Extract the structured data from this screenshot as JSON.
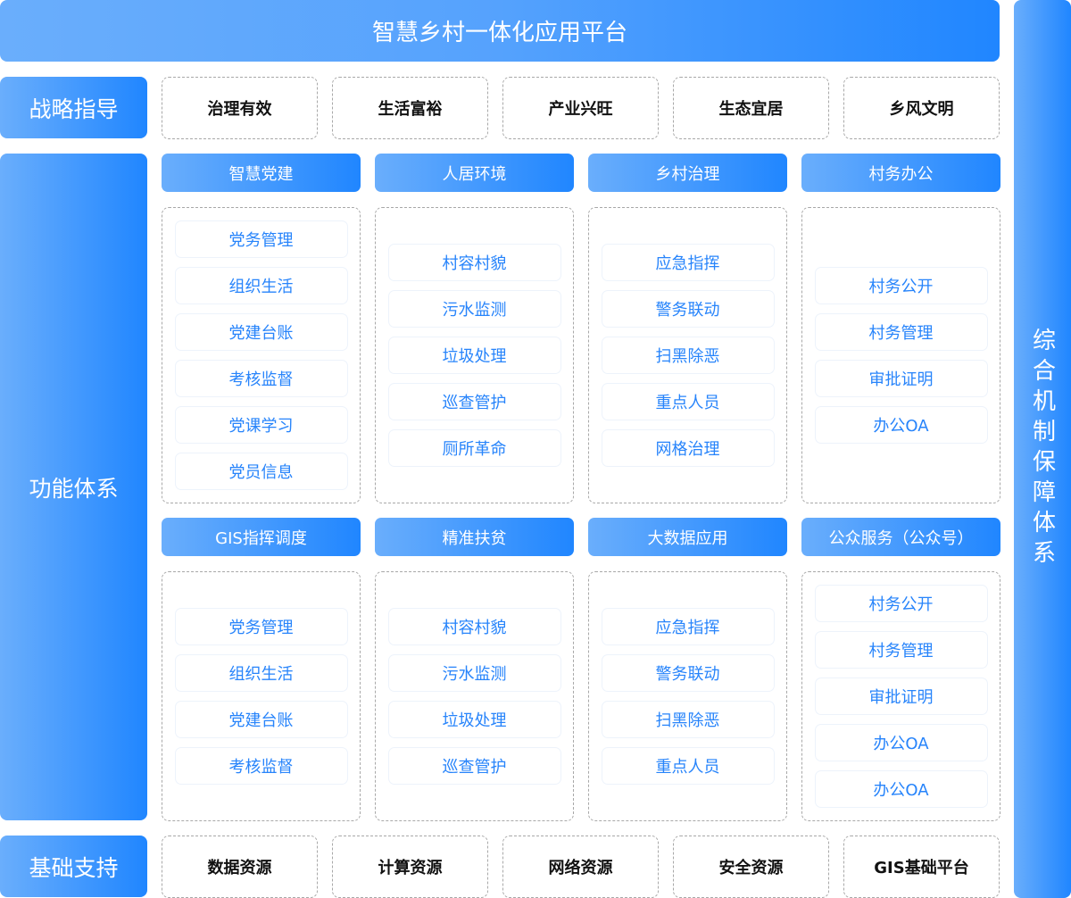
{
  "title": "智慧乡村一体化应用平台",
  "side_label": "综合机制保障体系",
  "strategy": {
    "label": "战略指导",
    "items": [
      "治理有效",
      "生活富裕",
      "产业兴旺",
      "生态宜居",
      "乡风文明"
    ]
  },
  "functions": {
    "label": "功能体系",
    "modules": [
      {
        "title": "智慧党建",
        "items": [
          "党务管理",
          "组织生活",
          "党建台账",
          "考核监督",
          "党课学习",
          "党员信息"
        ]
      },
      {
        "title": "人居环境",
        "items": [
          "村容村貌",
          "污水监测",
          "垃圾处理",
          "巡查管护",
          "厕所革命"
        ]
      },
      {
        "title": "乡村治理",
        "items": [
          "应急指挥",
          "警务联动",
          "扫黑除恶",
          "重点人员",
          "网格治理"
        ]
      },
      {
        "title": "村务办公",
        "items": [
          "村务公开",
          "村务管理",
          "审批证明",
          "办公OA"
        ]
      },
      {
        "title": "GIS指挥调度",
        "items": [
          "党务管理",
          "组织生活",
          "党建台账",
          "考核监督"
        ]
      },
      {
        "title": "精准扶贫",
        "items": [
          "村容村貌",
          "污水监测",
          "垃圾处理",
          "巡查管护"
        ]
      },
      {
        "title": "大数据应用",
        "items": [
          "应急指挥",
          "警务联动",
          "扫黑除恶",
          "重点人员"
        ]
      },
      {
        "title": "公众服务（公众号）",
        "items": [
          "村务公开",
          "村务管理",
          "审批证明",
          "办公OA",
          "办公OA"
        ]
      }
    ]
  },
  "foundation": {
    "label": "基础支持",
    "items": [
      "数据资源",
      "计算资源",
      "网络资源",
      "安全资源",
      "GIS基础平台"
    ]
  }
}
